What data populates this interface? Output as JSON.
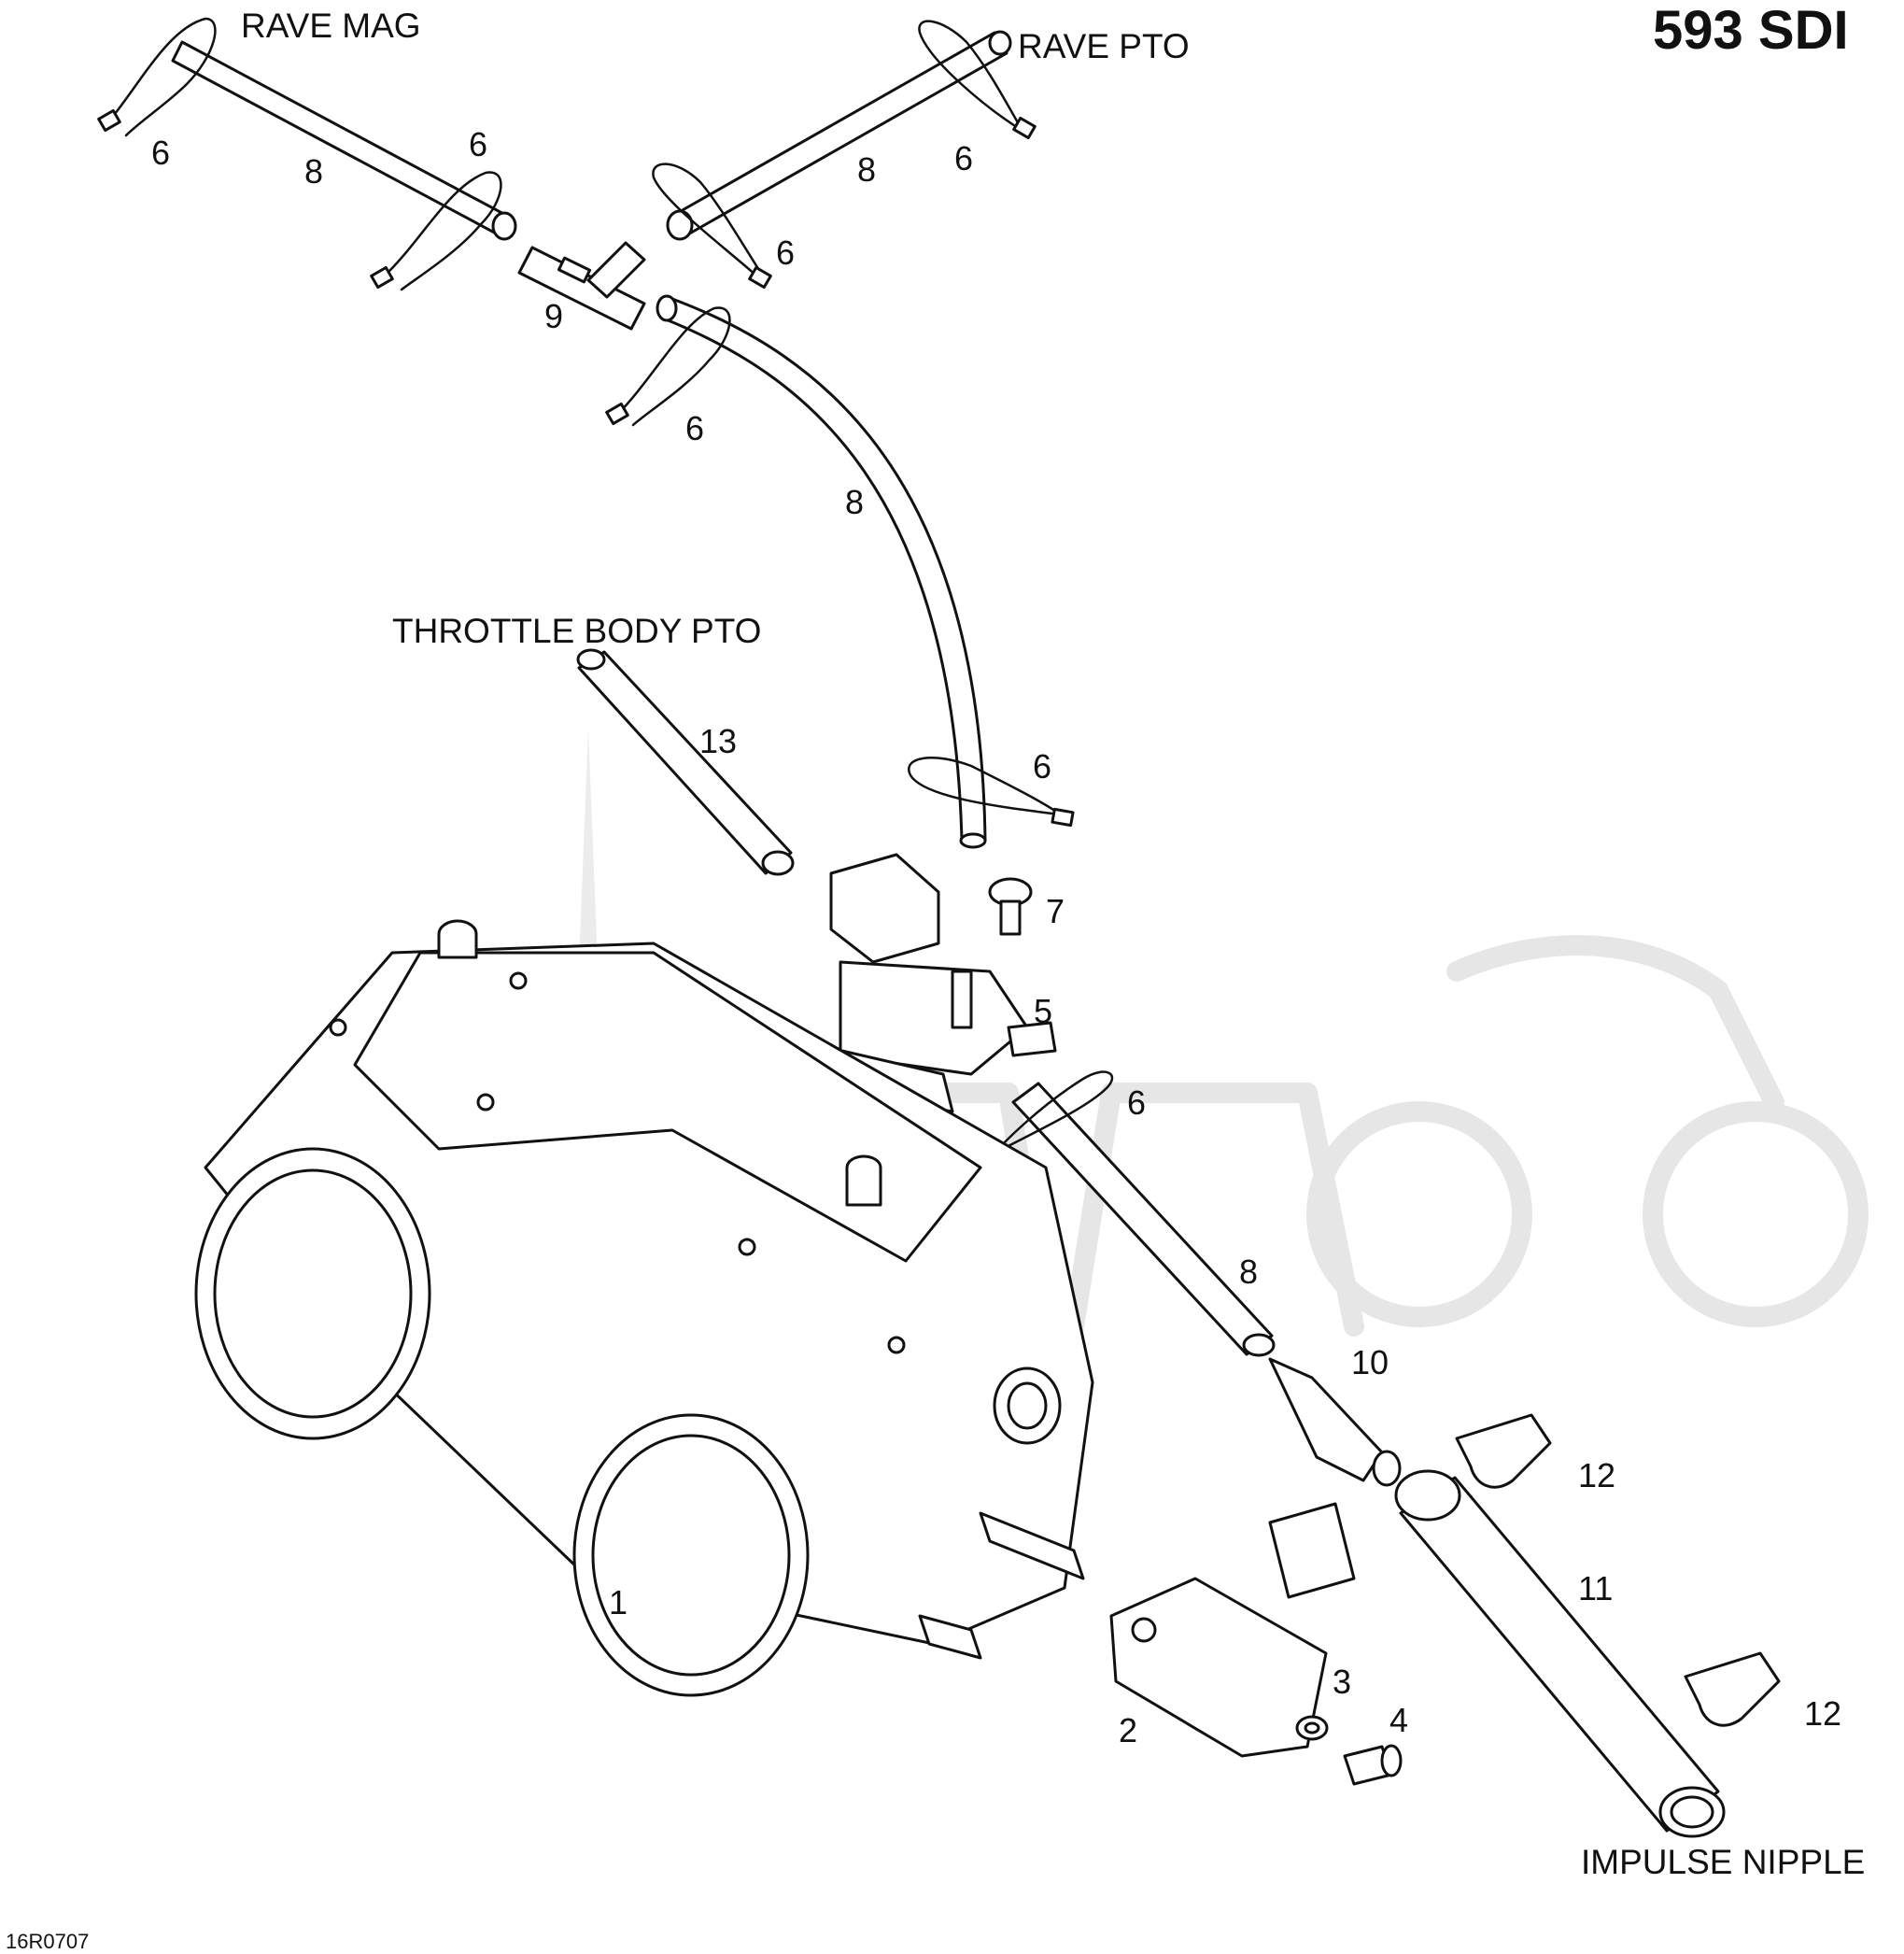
{
  "title": "593 SDI",
  "drawing_code": "16R0707",
  "terminals": {
    "rave_mag": "RAVE MAG",
    "rave_pto": "RAVE PTO",
    "throttle_body_pto": "THROTTLE BODY PTO",
    "impulse_nipple": "IMPULSE NIPPLE"
  },
  "callouts": {
    "c6a": "6",
    "c8a": "8",
    "c6b": "6",
    "c8b": "8",
    "c6c": "6",
    "c6d": "6",
    "c9": "9",
    "c6e": "6",
    "c8c": "8",
    "c13": "13",
    "c6f": "6",
    "c7": "7",
    "c5": "5",
    "c6g": "6",
    "c8d": "8",
    "c10": "10",
    "c12a": "12",
    "c11": "11",
    "c1": "1",
    "c3": "3",
    "c4": "4",
    "c2": "2",
    "c12b": "12"
  }
}
